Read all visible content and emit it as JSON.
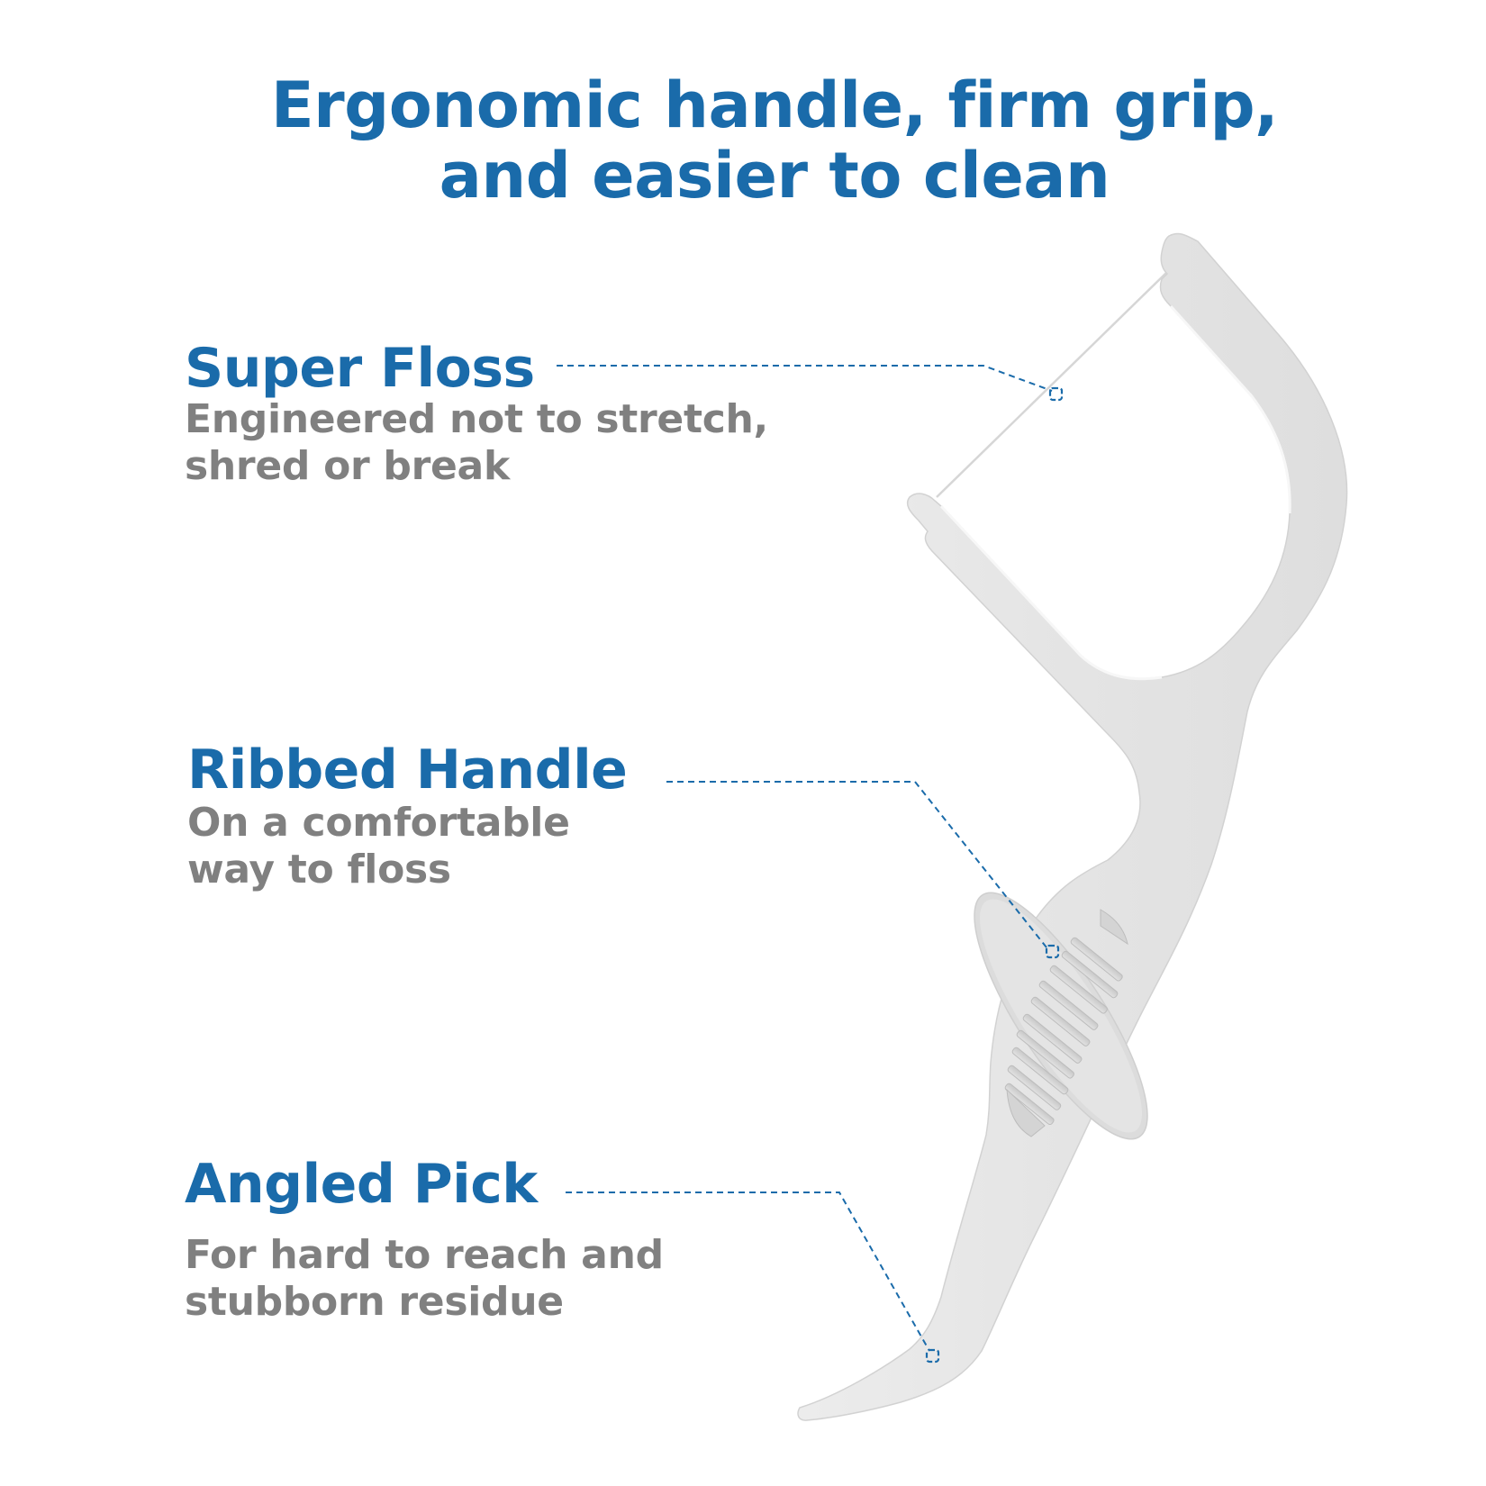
{
  "headline": {
    "line1": "Ergonomic handle, firm grip,",
    "line2": "and easier to clean"
  },
  "features": [
    {
      "title": "Super Floss",
      "desc_line1": "Engineered not to stretch,",
      "desc_line2": "shred or break",
      "points_to": "floss-string"
    },
    {
      "title": "Ribbed Handle",
      "desc_line1": "On a comfortable",
      "desc_line2": "way to floss",
      "points_to": "ribbed-grip"
    },
    {
      "title": "Angled Pick",
      "desc_line1": "For hard to reach and",
      "desc_line2": "stubborn residue",
      "points_to": "pick-tip"
    }
  ],
  "colors": {
    "accent_blue": "#1a6baa",
    "description_gray": "#808080",
    "product_white": "#e6e6e6",
    "background": "#ffffff"
  },
  "illustration": {
    "subject": "dental floss pick",
    "rib_count": 10
  }
}
